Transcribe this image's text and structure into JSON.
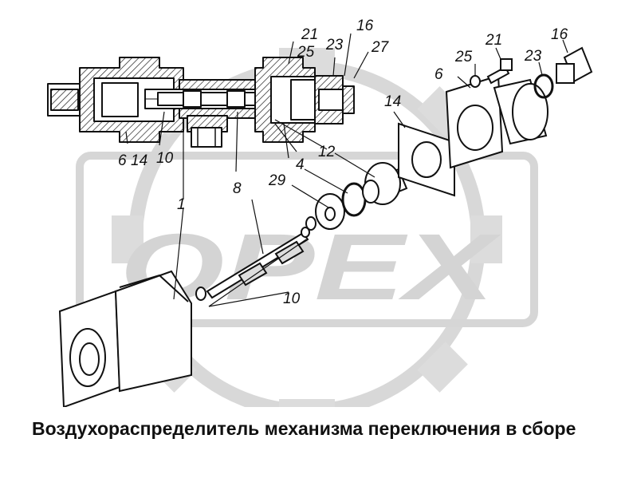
{
  "watermark": {
    "text": "OPEX",
    "color": "#d4d4d4"
  },
  "callouts": {
    "l21_top": "21",
    "l16_top": "16",
    "l25_top": "25",
    "l23_top": "23",
    "l27": "27",
    "l6_left": "6",
    "l14_left": "14",
    "l10_left": "10",
    "l8": "8",
    "l4": "4",
    "l12": "12",
    "l29": "29",
    "l1": "1",
    "l10_bottom": "10",
    "l14_right": "14",
    "l6_right": "6",
    "l25_right": "25",
    "l21_right": "21",
    "l23_right": "23",
    "l16_right": "16"
  },
  "caption": "Воздухораспределитель механизма переключения в сборе",
  "colors": {
    "ink": "#111111",
    "hatch": "#222222",
    "watermark": "#d4d4d4"
  }
}
